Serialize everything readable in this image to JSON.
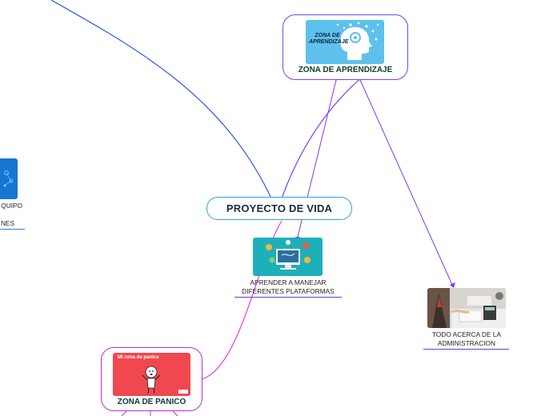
{
  "central": {
    "label": "PROYECTO DE VIDA"
  },
  "topics": {
    "aprendizaje": {
      "title": "ZONA DE APRENDIZAJE",
      "image_text": "ZONA DE APRENDIZAJE"
    },
    "panico": {
      "title": "ZONA DE PANICO",
      "image_text": "Mi zona de panico"
    }
  },
  "subtopics": {
    "plataformas": {
      "line1": "APRENDER A MANEJAR",
      "line2": "DIFERENTES PLATAFORMAS"
    },
    "administracion": {
      "line1": "TODO ACERCA DE LA",
      "line2": "ADMINISTRACION"
    },
    "equipo_partial": {
      "line1": "QUIPO",
      "line2": "NES"
    }
  },
  "colors": {
    "blue_link": "#2f58e6",
    "purple_link": "#7d3cf0",
    "magenta_link": "#d633e0",
    "central_border": "#3aa0d8",
    "aprendizaje_border": "#7a45e8",
    "panico_border": "#c32bd6",
    "underline_purple": "#6a3ae0",
    "underline_blue": "#3a79d8"
  }
}
